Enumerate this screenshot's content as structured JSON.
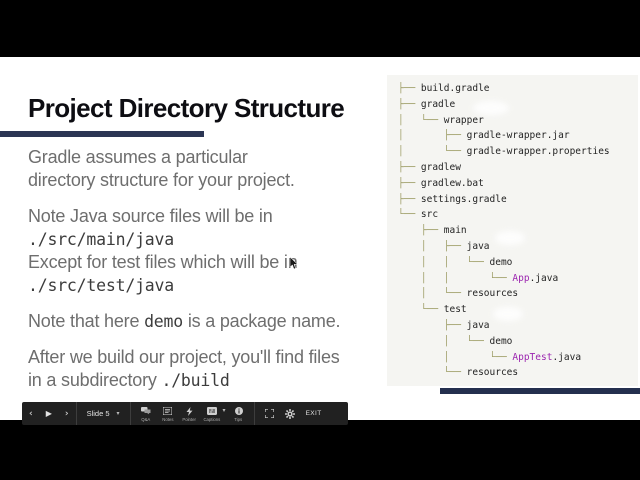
{
  "slide": {
    "title": "Project Directory Structure",
    "body": [
      {
        "lines": [
          [
            {
              "text": "Gradle assumes a particular"
            }
          ],
          [
            {
              "text": "directory structure for your project."
            }
          ]
        ]
      },
      {
        "lines": [
          [
            {
              "text": "Note Java source files will be in"
            }
          ],
          [
            {
              "text": "./src/main/java",
              "code": true
            }
          ],
          [
            {
              "text": "Except for test files which will be in"
            }
          ],
          [
            {
              "text": "./src/test/java",
              "code": true
            }
          ]
        ]
      },
      {
        "lines": [
          [
            {
              "text": "Note that here "
            },
            {
              "text": "demo",
              "code": true
            },
            {
              "text": " is a package name."
            }
          ]
        ]
      },
      {
        "lines": [
          [
            {
              "text": "After we build our project, you'll find files"
            }
          ],
          [
            {
              "text": "in a subdirectory "
            },
            {
              "text": "./build",
              "code": true
            }
          ]
        ]
      }
    ]
  },
  "tree": {
    "rows": [
      {
        "prefix": "├── ",
        "name": "build.gradle"
      },
      {
        "prefix": "├── ",
        "name": "gradle"
      },
      {
        "prefix": "│   └── ",
        "name": "wrapper"
      },
      {
        "prefix": "│       ├── ",
        "name": "gradle-wrapper.jar"
      },
      {
        "prefix": "│       └── ",
        "name": "gradle-wrapper.properties"
      },
      {
        "prefix": "├── ",
        "name": "gradlew"
      },
      {
        "prefix": "├── ",
        "name": "gradlew.bat"
      },
      {
        "prefix": "├── ",
        "name": "settings.gradle"
      },
      {
        "prefix": "└── ",
        "name": "src"
      },
      {
        "prefix": "    ├── ",
        "name": "main"
      },
      {
        "prefix": "    │   ├── ",
        "name": "java"
      },
      {
        "prefix": "    │   │   └── ",
        "name": "demo"
      },
      {
        "prefix": "    │   │       └── ",
        "name": "App",
        "suffix": ".java",
        "highlight": true
      },
      {
        "prefix": "    │   └── ",
        "name": "resources"
      },
      {
        "prefix": "    └── ",
        "name": "test"
      },
      {
        "prefix": "        ├── ",
        "name": "java"
      },
      {
        "prefix": "        │   └── ",
        "name": "demo"
      },
      {
        "prefix": "        │       └── ",
        "name": "AppTest",
        "suffix": ".java",
        "highlight": true
      },
      {
        "prefix": "        └── ",
        "name": "resources"
      }
    ]
  },
  "toolbar": {
    "prev_glyph": "‹",
    "play_glyph": "▶",
    "next_glyph": "›",
    "caret_glyph": "▾",
    "slide_label": "Slide 5",
    "exit_label": "EXIT",
    "buttons": [
      {
        "name": "qa",
        "label": "Q&A",
        "icon": "speech-bubbles-icon"
      },
      {
        "name": "notes",
        "label": "Notes",
        "icon": "notes-icon"
      },
      {
        "name": "pointer",
        "label": "Pointer",
        "icon": "lightning-pointer-icon"
      },
      {
        "name": "captions",
        "label": "Captions",
        "icon": "captions-icon",
        "has_caret": true
      },
      {
        "name": "tips",
        "label": "Tips",
        "icon": "tips-circle-icon"
      }
    ]
  },
  "colors": {
    "accent_navy": "#2b3554",
    "tree_line_olive": "#9b9a62",
    "code_purple": "#9c27b0",
    "toolbar_bg": "#212121",
    "panel_bg": "#f5f5f2",
    "body_gray": "#6e6e6e"
  }
}
